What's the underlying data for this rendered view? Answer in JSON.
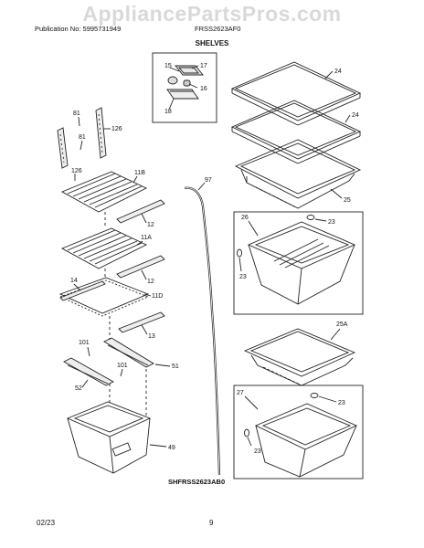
{
  "header": {
    "watermark": "AppliancePartsPros.com",
    "publication": "Publication No: 5995731949",
    "model": "FRSS2623AF0",
    "section_title": "SHELVES"
  },
  "inset_labels": {
    "p15": "15",
    "p17": "17",
    "p16": "16",
    "p18": "18"
  },
  "part_labels": {
    "p24a": "24",
    "p24b": "24",
    "p25": "25",
    "p26": "26",
    "p23a": "23",
    "p23b": "23",
    "p25a": "25A",
    "p27": "27",
    "p23c": "23",
    "p23d": "23",
    "p81a": "81",
    "p81b": "81",
    "p126a": "126",
    "p126b": "126",
    "p11b": "11B",
    "p12a": "12",
    "p11a": "11A",
    "p12b": "12",
    "p14": "14",
    "p11d": "11D",
    "p13": "13",
    "p97": "97",
    "p101a": "101",
    "p101b": "101",
    "p51": "51",
    "p52": "52",
    "p49": "49"
  },
  "footer": {
    "diagram_code": "SHFRSS2623AB0",
    "date": "02/23",
    "page": "9"
  }
}
